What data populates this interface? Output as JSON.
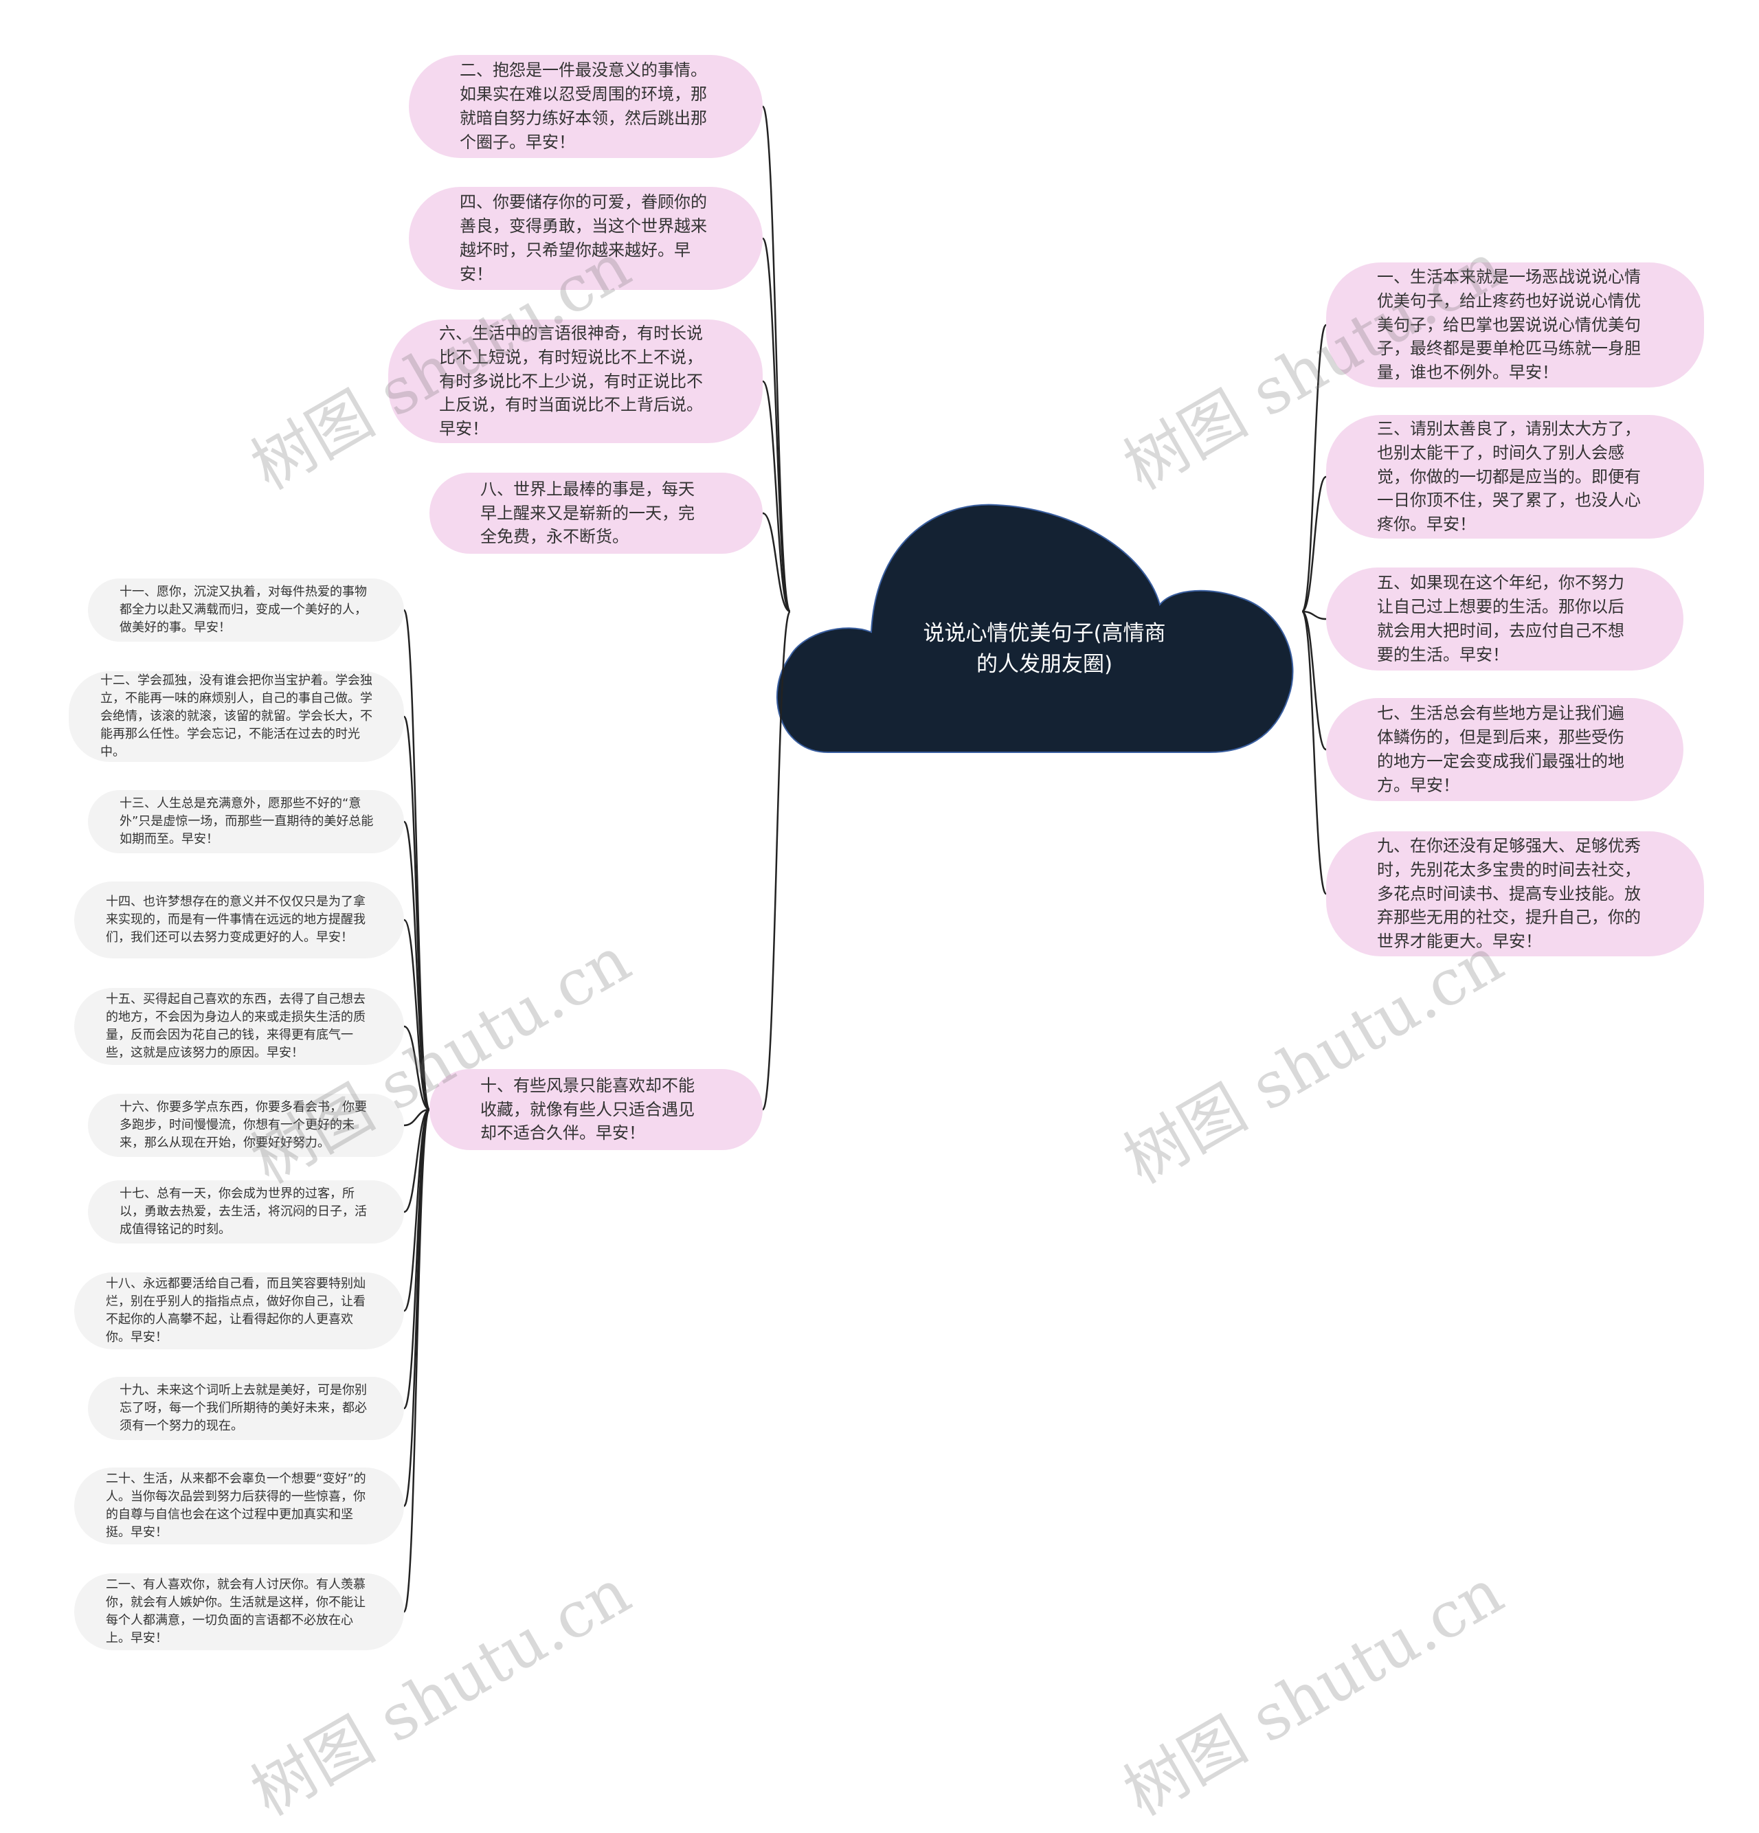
{
  "center": {
    "title": "说说心情优美句子(高情商\n的人发朋友圈)"
  },
  "colors": {
    "cloud": "#142233",
    "cloud_stroke": "#3a5fa0",
    "pink_node": "#f5d9ef",
    "grey_node": "#f3f3f3",
    "edge": "#222222"
  },
  "right_nodes": [
    "一、生活本来就是一场恶战说说心情优美句子，给止疼药也好说说心情优美句子，给巴掌也罢说说心情优美句子，最终都是要单枪匹马练就一身胆量，谁也不例外。早安！",
    "三、请别太善良了，请别太大方了，也别太能干了，时间久了别人会感觉，你做的一切都是应当的。即便有一日你顶不住，哭了累了，也没人心疼你。早安！",
    "五、如果现在这个年纪，你不努力让自己过上想要的生活。那你以后就会用大把时间，去应付自己不想要的生活。早安！",
    "七、生活总会有些地方是让我们遍体鳞伤的，但是到后来，那些受伤的地方一定会变成我们最强壮的地方。早安！",
    "九、在你还没有足够强大、足够优秀时，先别花太多宝贵的时间去社交，多花点时间读书、提高专业技能。放弃那些无用的社交，提升自己，你的世界才能更大。早安！"
  ],
  "left_nodes": [
    "二、抱怨是一件最没意义的事情。如果实在难以忍受周围的环境，那就暗自努力练好本领，然后跳出那个圈子。早安！",
    "四、你要储存你的可爱，眷顾你的善良，变得勇敢，当这个世界越来越坏时，只希望你越来越好。早安！",
    "六、生活中的言语很神奇，有时长说比不上短说，有时短说比不上不说，有时多说比不上少说，有时正说比不上反说，有时当面说比不上背后说。早安！",
    "八、世界上最棒的事是，每天早上醒来又是崭新的一天，完全免费，永不断货。",
    "十、有些风景只能喜欢却不能收藏，就像有些人只适合遇见却不适合久伴。早安！"
  ],
  "sub_nodes": [
    "十一、愿你，沉淀又执着，对每件热爱的事物都全力以赴又满载而归，变成一个美好的人，做美好的事。早安！",
    "十二、学会孤独，没有谁会把你当宝护着。学会独立，不能再一味的麻烦别人，自己的事自己做。学会绝情，该滚的就滚，该留的就留。学会长大，不能再那么任性。学会忘记，不能活在过去的时光中。",
    "十三、人生总是充满意外，愿那些不好的“意外”只是虚惊一场，而那些一直期待的美好总能如期而至。早安！",
    "十四、也许梦想存在的意义并不仅仅只是为了拿来实现的，而是有一件事情在远远的地方提醒我们，我们还可以去努力变成更好的人。早安！",
    "十五、买得起自己喜欢的东西，去得了自己想去的地方，不会因为身边人的来或走损失生活的质量，反而会因为花自己的钱，来得更有底气一些，这就是应该努力的原因。早安！",
    "十六、你要多学点东西，你要多看会书，你要多跑步，时间慢慢流，你想有一个更好的未来，那么从现在开始，你要好好努力。",
    "十七、总有一天，你会成为世界的过客，所以，勇敢去热爱，去生活，将沉闷的日子，活成值得铭记的时刻。",
    "十八、永远都要活给自己看，而且笑容要特别灿烂，别在乎别人的指指点点，做好你自己，让看不起你的人高攀不起，让看得起你的人更喜欢你。早安！",
    "十九、未来这个词听上去就是美好，可是你别忘了呀，每一个我们所期待的美好未来，都必须有一个努力的现在。",
    "二十、生活，从来都不会辜负一个想要“变好”的人。当你每次品尝到努力后获得的一些惊喜，你的自尊与自信也会在这个过程中更加真实和坚挺。早安！",
    "二一、有人喜欢你，就会有人讨厌你。有人羡慕你，就会有人嫉妒你。生活就是这样，你不能让每个人都满意，一切负面的言语都不必放在心上。早安！"
  ],
  "watermark": "树图 shutu.cn"
}
